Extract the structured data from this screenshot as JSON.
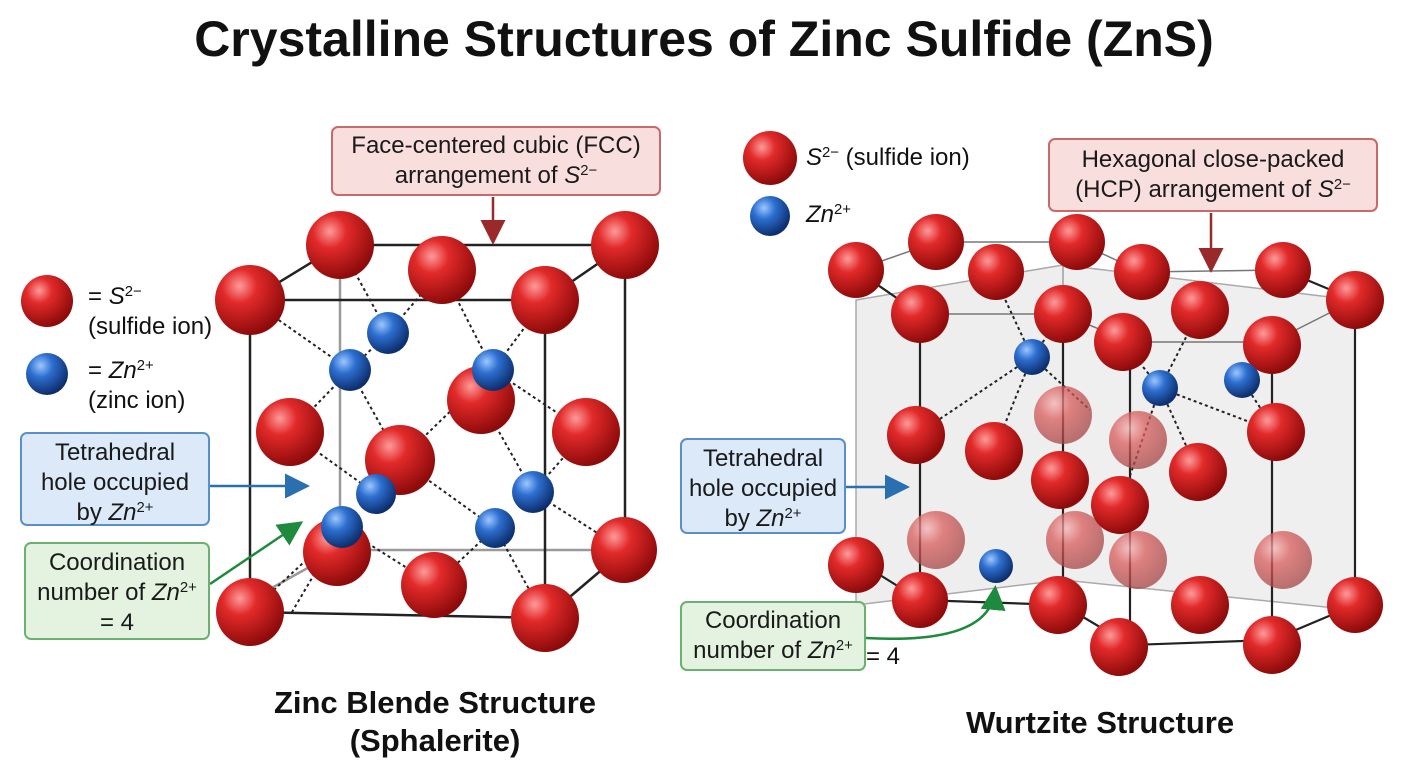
{
  "title": "Crystalline Structures of Zinc Sulfide (ZnS)",
  "colors": {
    "sulfide": "#d81b1b",
    "zinc": "#1f5fb8",
    "fcc_box": "#f9dede",
    "tetra_box": "#dbe9f9",
    "coord_box": "#e3f3e0"
  },
  "zinc_blende": {
    "caption_line1": "Zinc Blende Structure",
    "caption_line2": "(Sphalerite)",
    "fcc_label_line1": "Face-centered cubic (FCC)",
    "fcc_label_line2_prefix": "arrangement of ",
    "s_symbol": "S",
    "s_charge": "2−",
    "legend_s_prefix": "= ",
    "legend_s_name": "(sulfide ion)",
    "legend_zn_prefix": "= ",
    "zn_symbol": "Zn",
    "zn_charge": "2+",
    "legend_zn_name": "(zinc ion)",
    "tetra_line1": "Tetrahedral",
    "tetra_line2": "hole occupied",
    "tetra_line3_prefix": "by ",
    "coord_line1": "Coordination",
    "coord_line2_prefix": "number of ",
    "coord_line3": "= 4"
  },
  "wurtzite": {
    "caption": "Wurtzite Structure",
    "legend_s_name": " (sulfide ion)",
    "hcp_label_line1": "Hexagonal close-packed",
    "hcp_label_line2_prefix": "(HCP) arrangement of ",
    "tetra_line1": "Tetrahedral",
    "tetra_line2": "hole occupied",
    "tetra_line3_prefix": "by ",
    "coord_line1": "Coordination",
    "coord_line2_prefix": "number of ",
    "coord_suffix": " = 4"
  }
}
